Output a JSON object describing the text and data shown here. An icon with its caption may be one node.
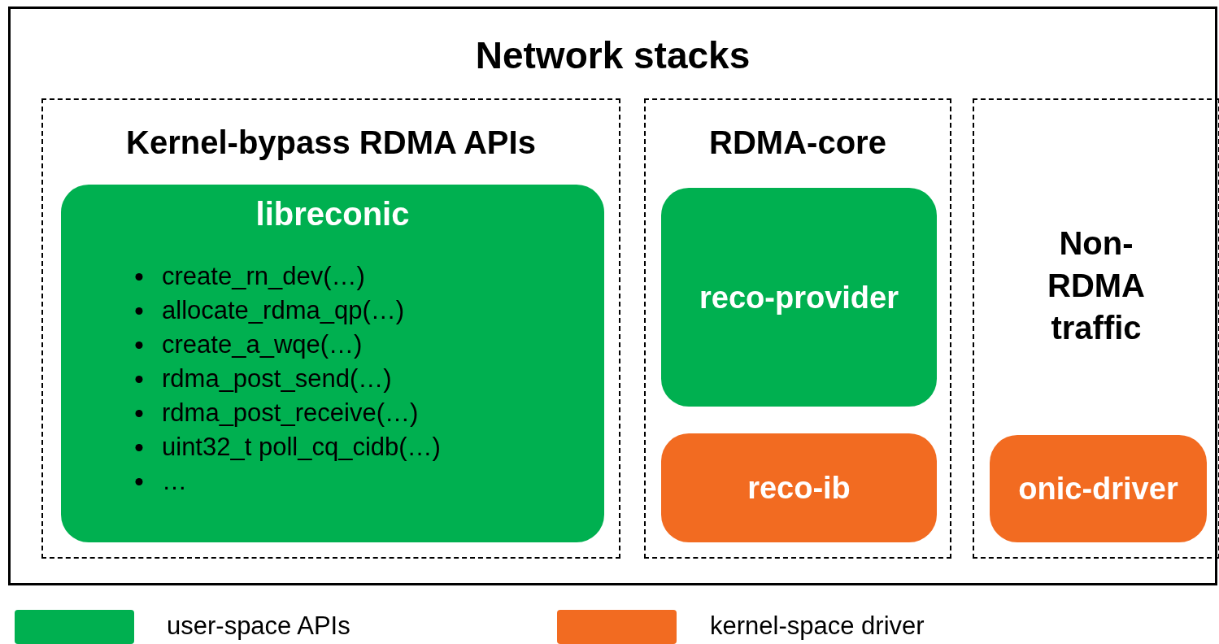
{
  "diagram": {
    "nodes": [
      {
        "text": [
          "Network stacks"
        ]
      },
      {
        "text": [
          "Kernel-bypass RDMA APIs"
        ],
        "in": 0
      },
      {
        "text": [
          "libreconic",
          "create_rn_dev(…)",
          "allocate_rdma_qp(…)",
          "create_a_wqe(…)",
          "rdma_post_send(…)",
          "rdma_post_receive(…)",
          "uint32_t poll_cq_cidb(…)",
          "…"
        ],
        "in": 1
      },
      {
        "text": [
          "RDMA-core"
        ],
        "in": 0
      },
      {
        "text": [
          "reco-provider"
        ],
        "in": 3
      },
      {
        "text": [
          "reco-ib"
        ],
        "in": 3
      },
      {
        "text": [
          "Non-RDMA traffic"
        ],
        "in": 0
      },
      {
        "text": [
          "onic-driver"
        ],
        "in": 6
      }
    ],
    "legend": [
      {
        "text": "user-space APIs",
        "color": "#00b050"
      },
      {
        "text": "kernel-space driver",
        "color": "#f26b21"
      }
    ]
  }
}
